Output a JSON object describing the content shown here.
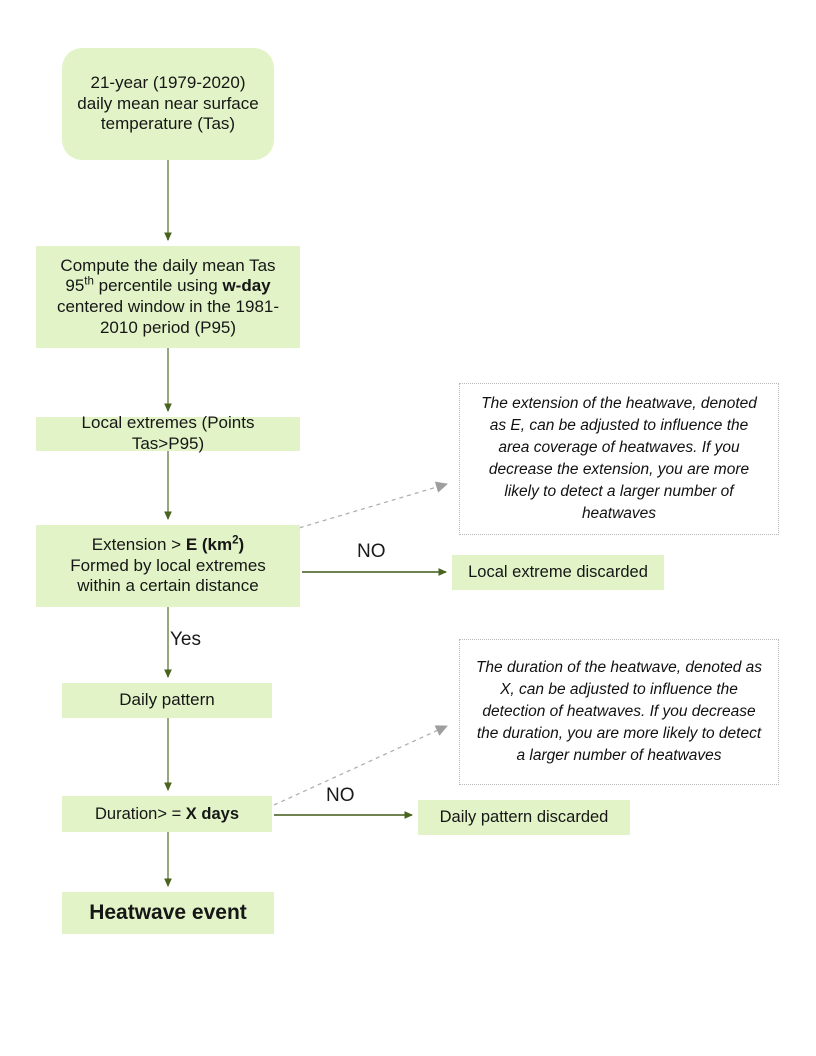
{
  "diagram": {
    "title": "Heatwave detection flowchart",
    "colors": {
      "node_fill": "#e2f4c7",
      "arrow": "#4a6420",
      "annotation_border": "#b8b8b8",
      "annotation_arrow": "#a0a0a0",
      "text": "#161616"
    }
  },
  "nodes": {
    "source": {
      "line1": "21-year (1979-2020)",
      "line2": "daily mean near surface",
      "line3": "temperature (Tas)"
    },
    "compute": {
      "line1": "Compute the daily mean Tas",
      "line2_a": "95",
      "line2_sup": "th",
      "line2_b": " percentile using ",
      "line2_bold": "w-day",
      "line3": "centered window in the 1981-",
      "line4": "2010 period (P95)"
    },
    "local_extremes": {
      "label": "Local extremes (Points Tas>P95)"
    },
    "extension": {
      "line1_a": "Extension > ",
      "line1_bold": "E (km",
      "line1_sup": "2",
      "line1_bold_end": ")",
      "line2": "Formed by local extremes",
      "line3": "within a certain distance"
    },
    "daily_pattern": {
      "label": "Daily pattern"
    },
    "duration": {
      "label_a": "Duration> = ",
      "label_bold": "X days"
    },
    "heatwave": {
      "label": "Heatwave event"
    },
    "discard_extension": {
      "label": "Local extreme discarded"
    },
    "discard_duration": {
      "label": "Daily pattern discarded"
    }
  },
  "annotations": {
    "extension_note": "The extension of the heatwave, denoted as  E, can be adjusted to influence the area coverage of heatwaves. If you decrease the extension, you are more likely to detect a larger number of heatwaves",
    "duration_note": "The duration of the heatwave, denoted as X, can be adjusted to influence the detection of heatwaves. If you decrease the duration, you are more likely to detect a larger number of heatwaves"
  },
  "edge_labels": {
    "no_extension": "NO",
    "yes_extension": "Yes",
    "no_duration": "NO"
  }
}
